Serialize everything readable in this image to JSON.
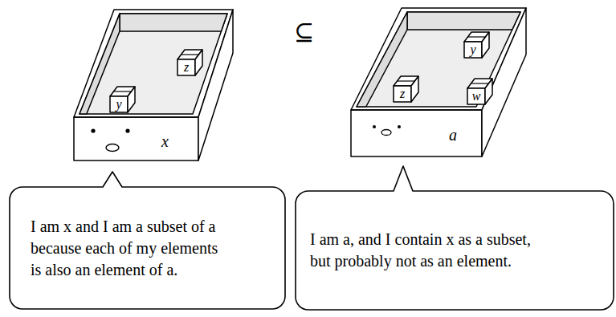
{
  "diagram": {
    "nodes": [
      {
        "text": [
          "x"
        ]
      },
      {
        "text": [
          "y"
        ],
        "in": 0
      },
      {
        "text": [
          "z"
        ],
        "in": 0
      },
      {
        "text": [
          "a"
        ]
      },
      {
        "text": [
          "z"
        ],
        "in": 3
      },
      {
        "text": [
          "y"
        ],
        "in": 3
      },
      {
        "text": [
          "w"
        ],
        "in": 3
      },
      {
        "text": [
          "I am x and I am a subset of a because each of my elements is also an element of a."
        ]
      },
      {
        "text": [
          "I am a, and I contain x as a subset, but probably not as an element."
        ]
      }
    ],
    "labels": [
      "⊆"
    ]
  }
}
